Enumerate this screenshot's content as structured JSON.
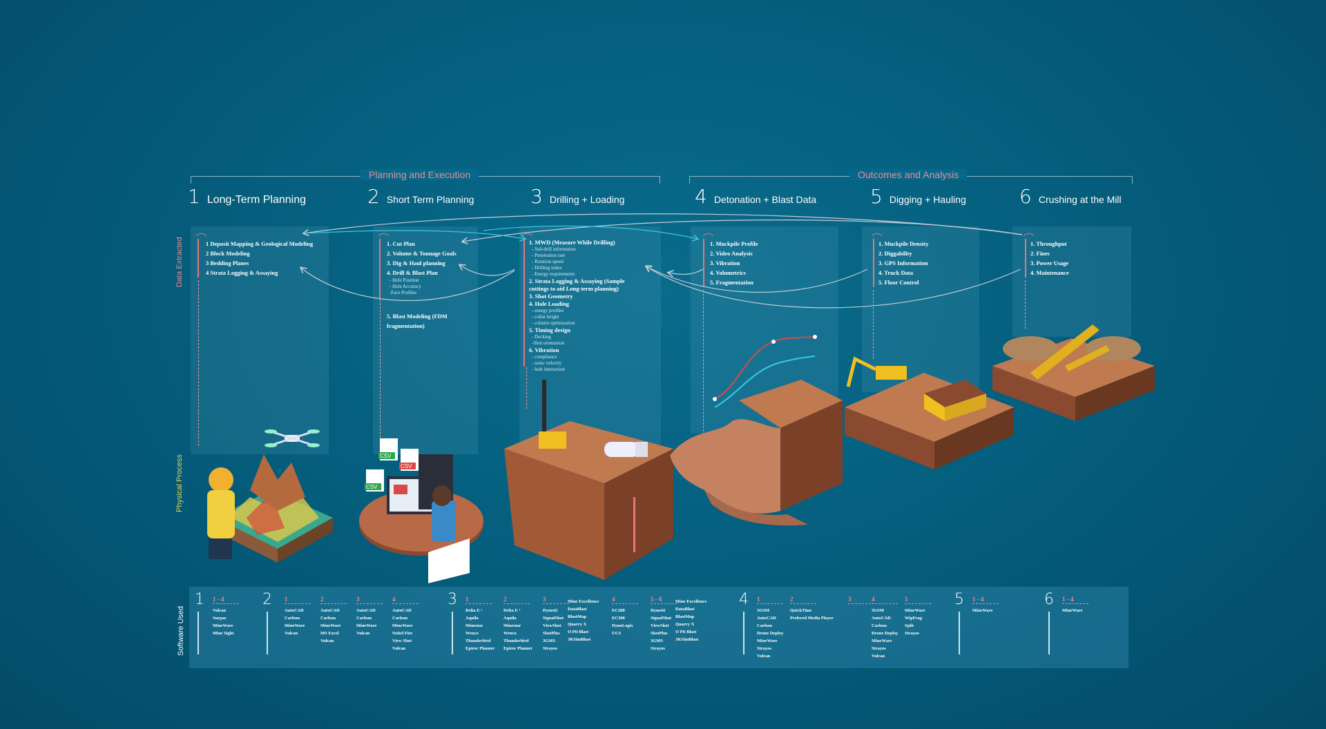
{
  "sections": [
    {
      "title": "Planning and Execution"
    },
    {
      "title": "Outcomes and Analysis"
    }
  ],
  "stages": [
    {
      "num": "1",
      "name": "Long-Term Planning"
    },
    {
      "num": "2",
      "name": "Short Term Planning"
    },
    {
      "num": "3",
      "name": "Drilling + Loading"
    },
    {
      "num": "4",
      "name": "Detonation + Blast Data"
    },
    {
      "num": "5",
      "name": "Digging + Hauling"
    },
    {
      "num": "6",
      "name": "Crushing at the Mill"
    }
  ],
  "row_labels": {
    "data": "Data Extracted",
    "physical": "Physical Process",
    "software": "Software Used"
  },
  "data_extracted": {
    "s1": [
      "1   Deposit Mapping  & Geological Modeling",
      "2   Block Modeling",
      "3   Bedding Planes",
      "4   Strata Logging & Assaying"
    ],
    "s2": [
      "1. Cut Plan",
      "2. Volume & Tonnage Goals",
      "3. Dig & Haul planning",
      "4. Drill & Blast Plan"
    ],
    "s2_sub": [
      "- Hole Position",
      "- Hole Accuracy",
      "-Face Profiles"
    ],
    "s2_extra": [
      "5. Blast Modeling (FDM",
      "fragmentation)"
    ],
    "s3": [
      {
        "h": "1. MWD (Measure While Drilling)",
        "sub": [
          "- Sub-drill information",
          "- Penetration rate",
          "- Rotation speed",
          "- Drilling index",
          "- Energy requirements"
        ]
      },
      {
        "h": "2. Strata Logging & Assaying (Sample cuttings to aid Long-term planning)",
        "sub": []
      },
      {
        "h": "3. Shot Geometry",
        "sub": []
      },
      {
        "h": "4. Hole Loading",
        "sub": [
          "- energy profiles",
          "- collar height",
          "- column optimization"
        ]
      },
      {
        "h": "5. Timing design",
        "sub": [
          "- Decking",
          "-Shot orientation"
        ]
      },
      {
        "h": "6. Vibration",
        "sub": [
          "- compliance",
          "- sonic velocity",
          "- hole interaction"
        ]
      }
    ],
    "s4": [
      "1. Muckpile Profile",
      "2. Video Analysis",
      "3. Vibration",
      "4. Volumetrics",
      "5. Fragmentation"
    ],
    "s5": [
      "1. Muckpile Density",
      "2.  Diggability",
      "3.  GPS Information",
      "4.  Truck Data",
      "5.  Floor Control"
    ],
    "s6": [
      "1. Throughput",
      "2. Fines",
      "3. Power Usage",
      "4. Maintenance"
    ]
  },
  "software": {
    "g1": {
      "num": "1",
      "cols": [
        {
          "hd": "1 - 4",
          "items": [
            "Vulcan",
            "Surpac",
            "MineWare",
            "Mine Sight"
          ]
        }
      ]
    },
    "g2": {
      "num": "2",
      "cols": [
        {
          "hd": "1",
          "items": [
            "AutoCAD",
            "Carlson",
            "MineWare",
            "Vulcan"
          ]
        },
        {
          "hd": "2",
          "items": [
            "AutoCAD",
            "Carlson",
            "MineWare",
            "MS Excel",
            "Vulcan"
          ]
        },
        {
          "hd": "3",
          "items": [
            "AutoCAD",
            "Carlson",
            "MineWare",
            "Vulcan"
          ]
        },
        {
          "hd": "4",
          "items": [
            "AutoCAD",
            "Carlson",
            "MineWare",
            "Nobel Fire",
            "View Shot",
            "Vulcan"
          ]
        }
      ]
    },
    "g3": {
      "num": "3",
      "cols": [
        {
          "hd": "1",
          "items": [
            "Delta E ²",
            "Aquila",
            "Minestar",
            "Wenco",
            "Thunderbird",
            "Epiroc Planner"
          ]
        },
        {
          "hd": "2",
          "items": [
            "Delta E ²",
            "Aquila",
            "Minestar",
            "Wenco",
            "Thunderbird",
            "Epiroc Planner"
          ]
        },
        {
          "hd": "3",
          "items": [
            "Dyno42",
            "SignalShot",
            "ViewShot",
            "ShotPlus",
            "3GMS",
            "Strayos"
          ]
        },
        {
          "hd": "",
          "items": [
            "Mine Excellence",
            "DataBlast",
            "BlastMap",
            "Quarry X",
            "O Pit Blast",
            "JKSimBlast"
          ]
        },
        {
          "hd": "4",
          "items": [
            "EC200",
            "EC300",
            "DynoLogix",
            "UCS"
          ]
        },
        {
          "hd": "5 - 6",
          "items": [
            "Dyno42",
            "SignalShot",
            "ViewShot",
            "ShotPlus",
            "3GMS",
            "Strayos"
          ]
        },
        {
          "hd": "",
          "items": [
            "Mine Excellence",
            "DataBlast",
            "BlastMap",
            "Quarry X",
            "O Pit Blast",
            "JKSimBlast"
          ]
        }
      ]
    },
    "g4": {
      "num": "4",
      "cols": [
        {
          "hd": "1",
          "items": [
            "3GSM",
            "AutoCAD",
            "Carlson",
            "Drone Deploy",
            "MineWare",
            "Strayos",
            "Vulcan"
          ]
        },
        {
          "hd": "2",
          "items": [
            "QuickTime",
            "Prefered Media Player"
          ]
        },
        {
          "hd": "3",
          "items": []
        },
        {
          "hd": "4",
          "items": [
            "3GSM",
            "AutoCAD",
            "Carlson",
            "Drone Deploy",
            "MineWare",
            "Strayos",
            "Vulcan"
          ]
        },
        {
          "hd": "5",
          "items": [
            "MineWare",
            "WipFrag",
            "Split",
            "Strayos"
          ]
        }
      ]
    },
    "g5": {
      "num": "5",
      "cols": [
        {
          "hd": "1 - 4",
          "items": [
            "MineWare"
          ]
        }
      ]
    },
    "g6": {
      "num": "6",
      "cols": [
        {
          "hd": "1 - 4",
          "items": [
            "MineWare"
          ]
        }
      ]
    }
  },
  "illustrations": {
    "csv_label": "CSV",
    "colors": {
      "accent": "#e87878",
      "cyan": "#3cc8e0",
      "brand_bg": "#05607f"
    }
  }
}
